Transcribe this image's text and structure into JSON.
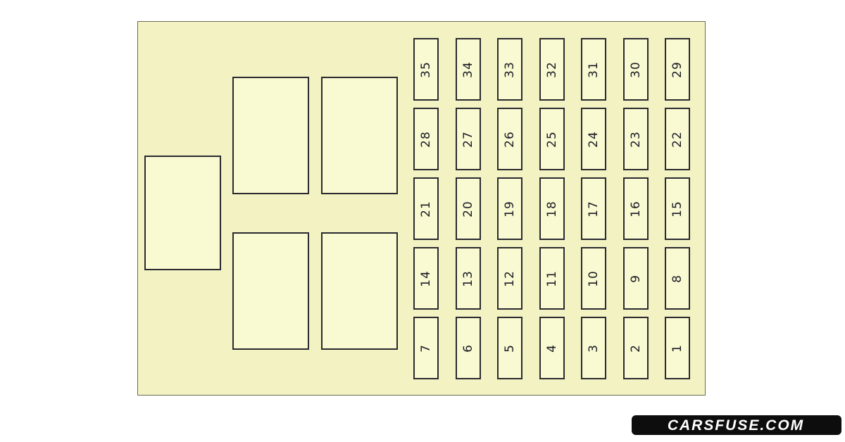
{
  "diagram": {
    "kind": "fuse-box-diagram",
    "colors": {
      "panel_fill": "#f2f2c3",
      "box_fill": "#f9f9d2",
      "line": "#2a2a30",
      "number_text": "#1c1c26",
      "watermark_bg": "#0d0d0d",
      "watermark_text_color": "#ffffff"
    },
    "unlabeled_boxes": {
      "connector_box_count": 1,
      "relay_box_count": 4
    },
    "fuse_grid": {
      "columns": 7,
      "rows_count": 5,
      "number_rotation_deg": -90,
      "rows": [
        [
          35,
          34,
          33,
          32,
          31,
          30,
          29
        ],
        [
          28,
          27,
          26,
          25,
          24,
          23,
          22
        ],
        [
          21,
          20,
          19,
          18,
          17,
          16,
          15
        ],
        [
          14,
          13,
          12,
          11,
          10,
          9,
          8
        ],
        [
          7,
          6,
          5,
          4,
          3,
          2,
          1
        ]
      ]
    }
  },
  "watermark": {
    "text": "CARSFUSE.COM"
  }
}
